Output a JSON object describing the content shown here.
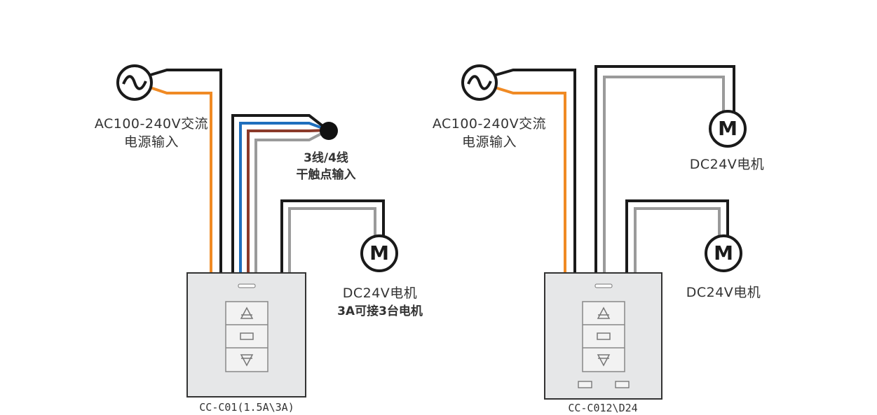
{
  "left_diagram": {
    "ac_label_line1": "AC100-240V交流",
    "ac_label_line2": "电源输入",
    "dry_contact_line1": "3线/4线",
    "dry_contact_line2": "干触点输入",
    "motor_symbol": "M",
    "motor_label_line1": "DC24V电机",
    "motor_label_line2": "3A可接3台电机",
    "model_label": "CC-C01(1.5A\\3A)"
  },
  "right_diagram": {
    "ac_label_line1": "AC100-240V交流",
    "ac_label_line2": "电源输入",
    "motor_top_symbol": "M",
    "motor_top_label": "DC24V电机",
    "motor_bottom_symbol": "M",
    "motor_bottom_label": "DC24V电机",
    "model_label": "CC-C012\\D24"
  },
  "wire_colors": {
    "black": "#1a1a1a",
    "orange": "#f08a24",
    "blue": "#1f6fbd",
    "brown": "#8b3a2a",
    "gray": "#9a9a9a"
  }
}
